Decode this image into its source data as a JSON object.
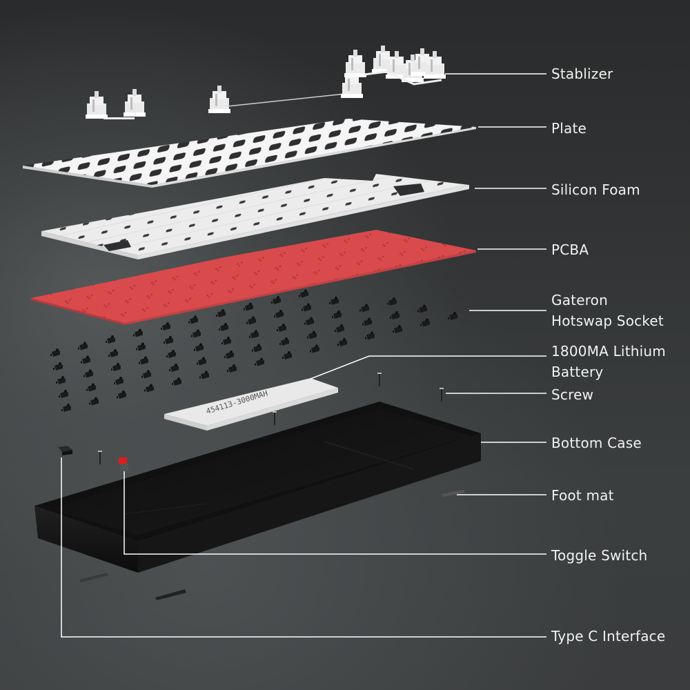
{
  "diagram": {
    "type": "exploded-view",
    "subject": "mechanical keyboard",
    "colors": {
      "background": "#333536",
      "plate": "#f4f4f4",
      "foam": "#eeeeee",
      "pcba": "#d9484b",
      "case": "#141414",
      "toggle": "#e01d1d",
      "leader_line": "#ffffff",
      "label_text": "#f2f2f2"
    },
    "battery_print": "454113-3000MAH",
    "labels": [
      {
        "id": "stabilizer",
        "lines": [
          "Stablizer"
        ]
      },
      {
        "id": "plate",
        "lines": [
          "Plate"
        ]
      },
      {
        "id": "silicon-foam",
        "lines": [
          "Silicon Foam"
        ]
      },
      {
        "id": "pcba",
        "lines": [
          "PCBA"
        ]
      },
      {
        "id": "hotswap-socket",
        "lines": [
          "Gateron",
          "Hotswap Socket"
        ]
      },
      {
        "id": "battery",
        "lines": [
          "1800MA Lithium",
          "Battery"
        ]
      },
      {
        "id": "screw",
        "lines": [
          "Screw"
        ]
      },
      {
        "id": "bottom-case",
        "lines": [
          "Bottom Case"
        ]
      },
      {
        "id": "foot-mat",
        "lines": [
          "Foot mat"
        ]
      },
      {
        "id": "toggle-switch",
        "lines": [
          "Toggle Switch"
        ]
      },
      {
        "id": "type-c",
        "lines": [
          "Type C Interface"
        ]
      }
    ]
  }
}
